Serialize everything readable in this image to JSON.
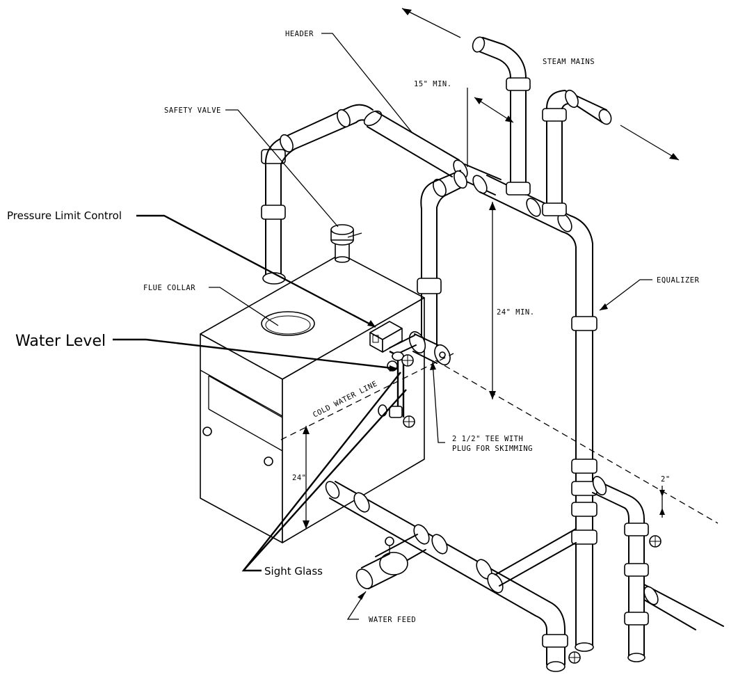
{
  "labels": {
    "header": "HEADER",
    "steam_mains": "STEAM MAINS",
    "fifteen_min": "15\" MIN.",
    "safety_valve": "SAFETY VALVE",
    "pressure_limit_control": "Pressure Limit Control",
    "flue_collar": "FLUE COLLAR",
    "water_level": "Water Level",
    "twenty_four_min": "24\" MIN.",
    "equalizer": "EQUALIZER",
    "cold_water_line": "COLD WATER LINE",
    "tee_line1": "2 1/2\" TEE WITH",
    "tee_line2": "PLUG FOR SKIMMING",
    "twenty_four": "24\"",
    "two_inch": "2\"",
    "sight_glass": "Sight Glass",
    "water_feed": "WATER FEED"
  },
  "colors": {
    "line": "#000000",
    "background": "#ffffff"
  }
}
